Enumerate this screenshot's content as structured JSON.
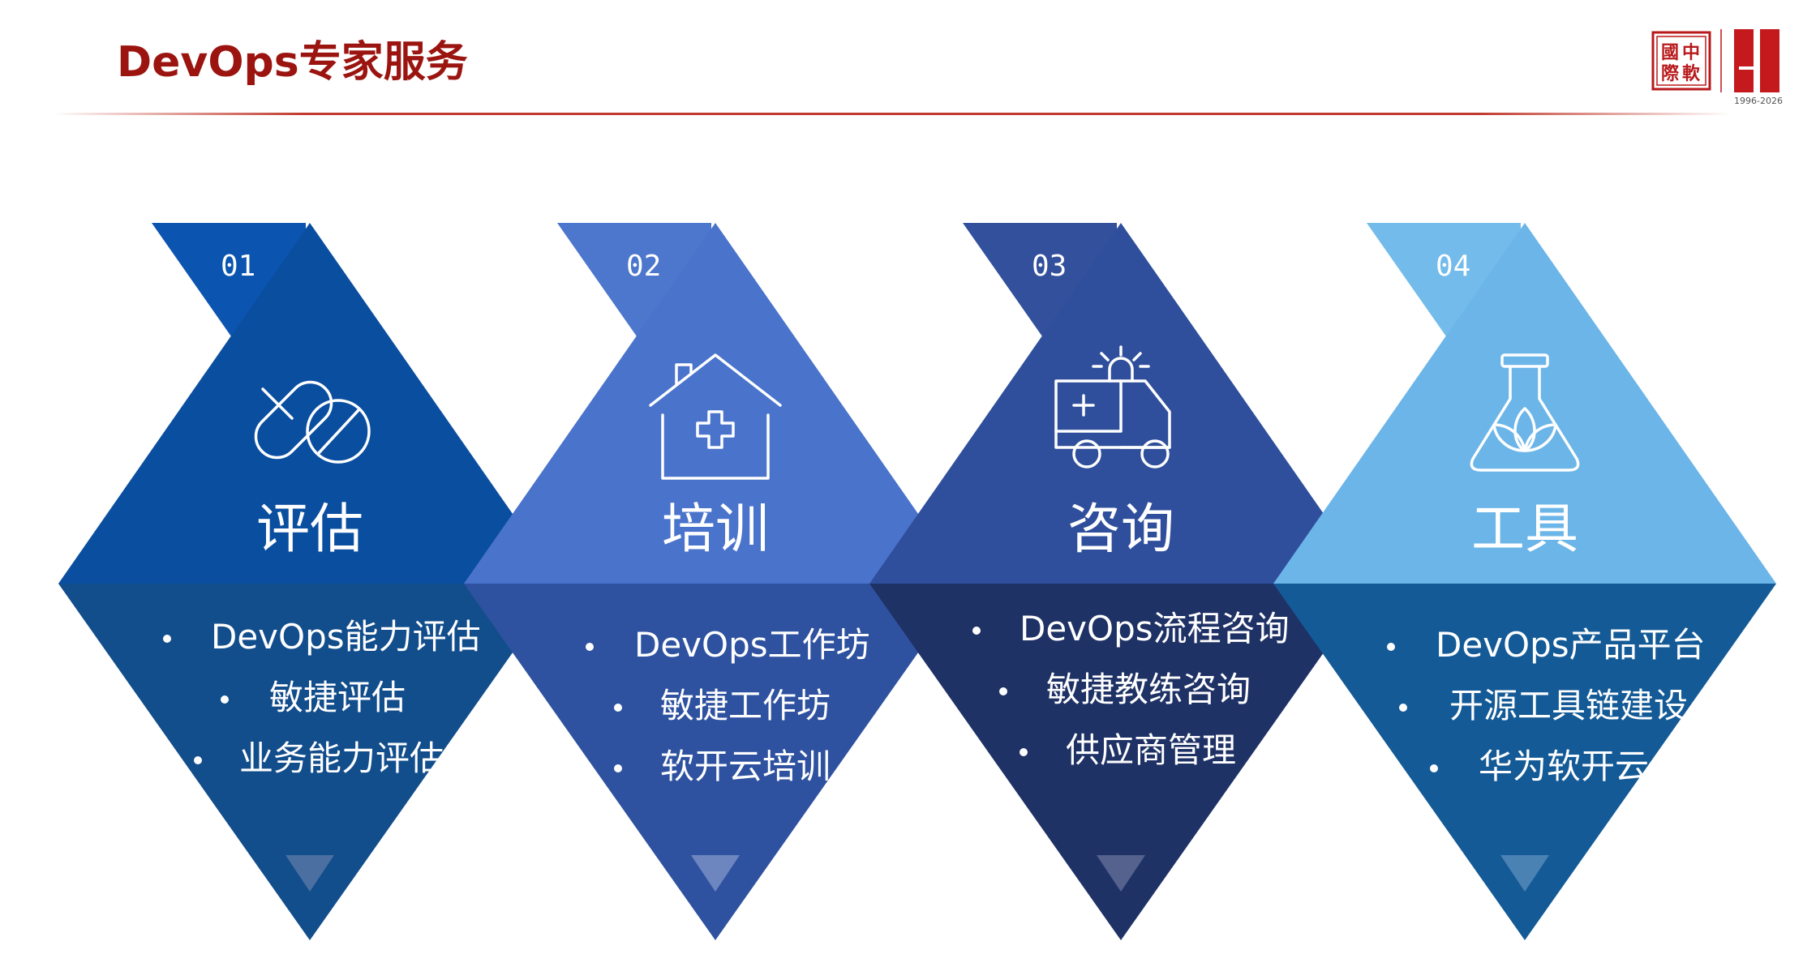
{
  "title": "DevOps专家服务",
  "logo": {
    "chars": [
      "國",
      "中",
      "際",
      "軟"
    ],
    "years": "1996-2026"
  },
  "colors": {
    "title": "#9b1410",
    "accent_red": "#b8191b"
  },
  "services": [
    {
      "num": "01",
      "heading": "评估",
      "icon": "pills-icon",
      "items": [
        "DevOps能力评估",
        "敏捷评估",
        "业务能力评估"
      ],
      "top_color": "#0a4ea0",
      "tab_color": "#0b55b0",
      "bottom_color": "#124d8c",
      "arrow_color": "#4a6fa0"
    },
    {
      "num": "02",
      "heading": "培训",
      "icon": "medical-house-icon",
      "items": [
        "DevOps工作坊",
        "敏捷工作坊",
        "软开云培训"
      ],
      "top_color": "#4a73cc",
      "tab_color": "#4d76cd",
      "bottom_color": "#2f52a0",
      "arrow_color": "#6d86c0"
    },
    {
      "num": "03",
      "heading": "咨询",
      "icon": "ambulance-icon",
      "items": [
        "DevOps流程咨询",
        "敏捷教练咨询",
        "供应商管理"
      ],
      "top_color": "#2f4f9c",
      "tab_color": "#33509c",
      "bottom_color": "#1f3266",
      "arrow_color": "#55628e"
    },
    {
      "num": "04",
      "heading": "工具",
      "icon": "flask-icon",
      "items": [
        "DevOps产品平台",
        "开源工具链建设",
        "华为软开云"
      ],
      "top_color": "#6bb5e8",
      "tab_color": "#73bbea",
      "bottom_color": "#145a96",
      "arrow_color": "#4b82b4"
    }
  ]
}
